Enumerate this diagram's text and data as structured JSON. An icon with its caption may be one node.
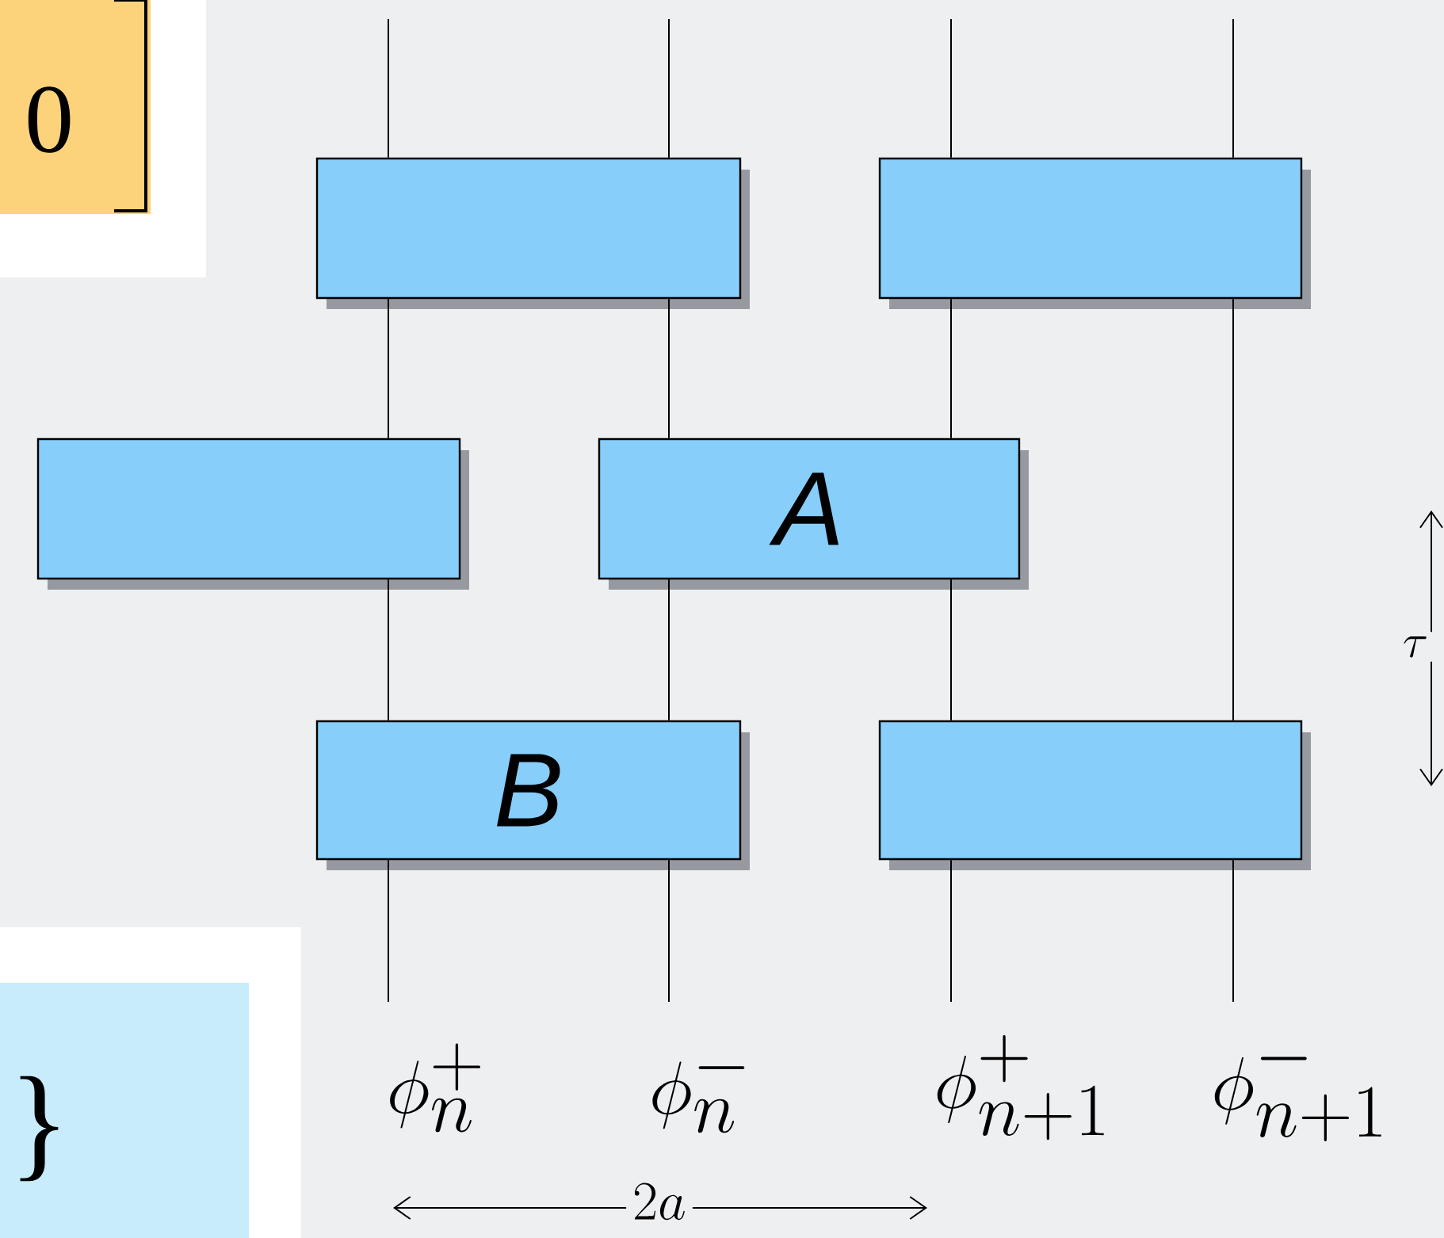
{
  "diagram": {
    "nodes": [
      {
        "text": [
          "0"
        ]
      },
      {
        "text": [],
        "shape": "box"
      },
      {
        "text": [],
        "shape": "box"
      },
      {
        "text": [],
        "shape": "box"
      },
      {
        "text": [
          "A"
        ]
      },
      {
        "text": [
          "B"
        ]
      },
      {
        "text": [],
        "shape": "box"
      },
      {
        "text": [
          "}"
        ]
      }
    ],
    "edges": [
      {
        "from": null,
        "to": 1,
        "arrow": "none"
      },
      {
        "from": null,
        "to": 1,
        "arrow": "none"
      },
      {
        "from": null,
        "to": 2,
        "arrow": "none"
      },
      {
        "from": null,
        "to": 2,
        "arrow": "none"
      },
      {
        "from": 1,
        "to": 3,
        "arrow": "none"
      },
      {
        "from": 1,
        "to": 4,
        "arrow": "none"
      },
      {
        "from": 2,
        "to": 4,
        "arrow": "none"
      },
      {
        "from": 2,
        "to": 6,
        "arrow": "none"
      },
      {
        "from": 3,
        "to": 5,
        "arrow": "none"
      },
      {
        "from": 4,
        "to": 5,
        "arrow": "none"
      },
      {
        "from": 4,
        "to": 6,
        "arrow": "none"
      },
      {
        "from": 5,
        "to": null,
        "arrow": "none"
      },
      {
        "from": 5,
        "to": null,
        "arrow": "none"
      },
      {
        "from": 6,
        "to": null,
        "arrow": "none"
      },
      {
        "from": 6,
        "to": null,
        "arrow": "none"
      }
    ],
    "labels": [
      "\\phi_n^+",
      "\\phi_n^-",
      "\\phi_{n+1}^+",
      "\\phi_{n+1}^-",
      "2a",
      "\\tau"
    ]
  }
}
